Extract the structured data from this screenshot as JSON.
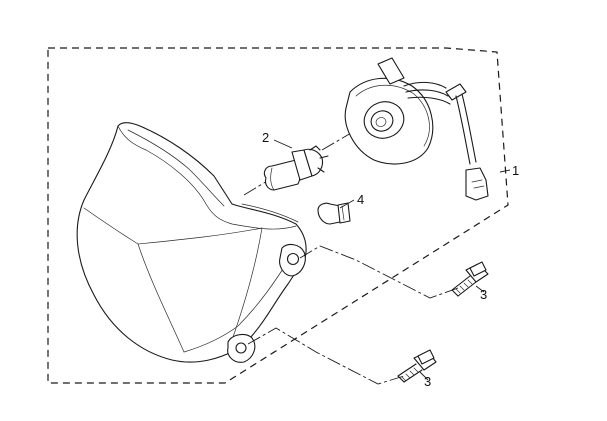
{
  "callouts": {
    "assembly": "1",
    "main_bulb": "2",
    "bolt_upper": "3",
    "bolt_lower": "3",
    "position_bulb": "4"
  }
}
